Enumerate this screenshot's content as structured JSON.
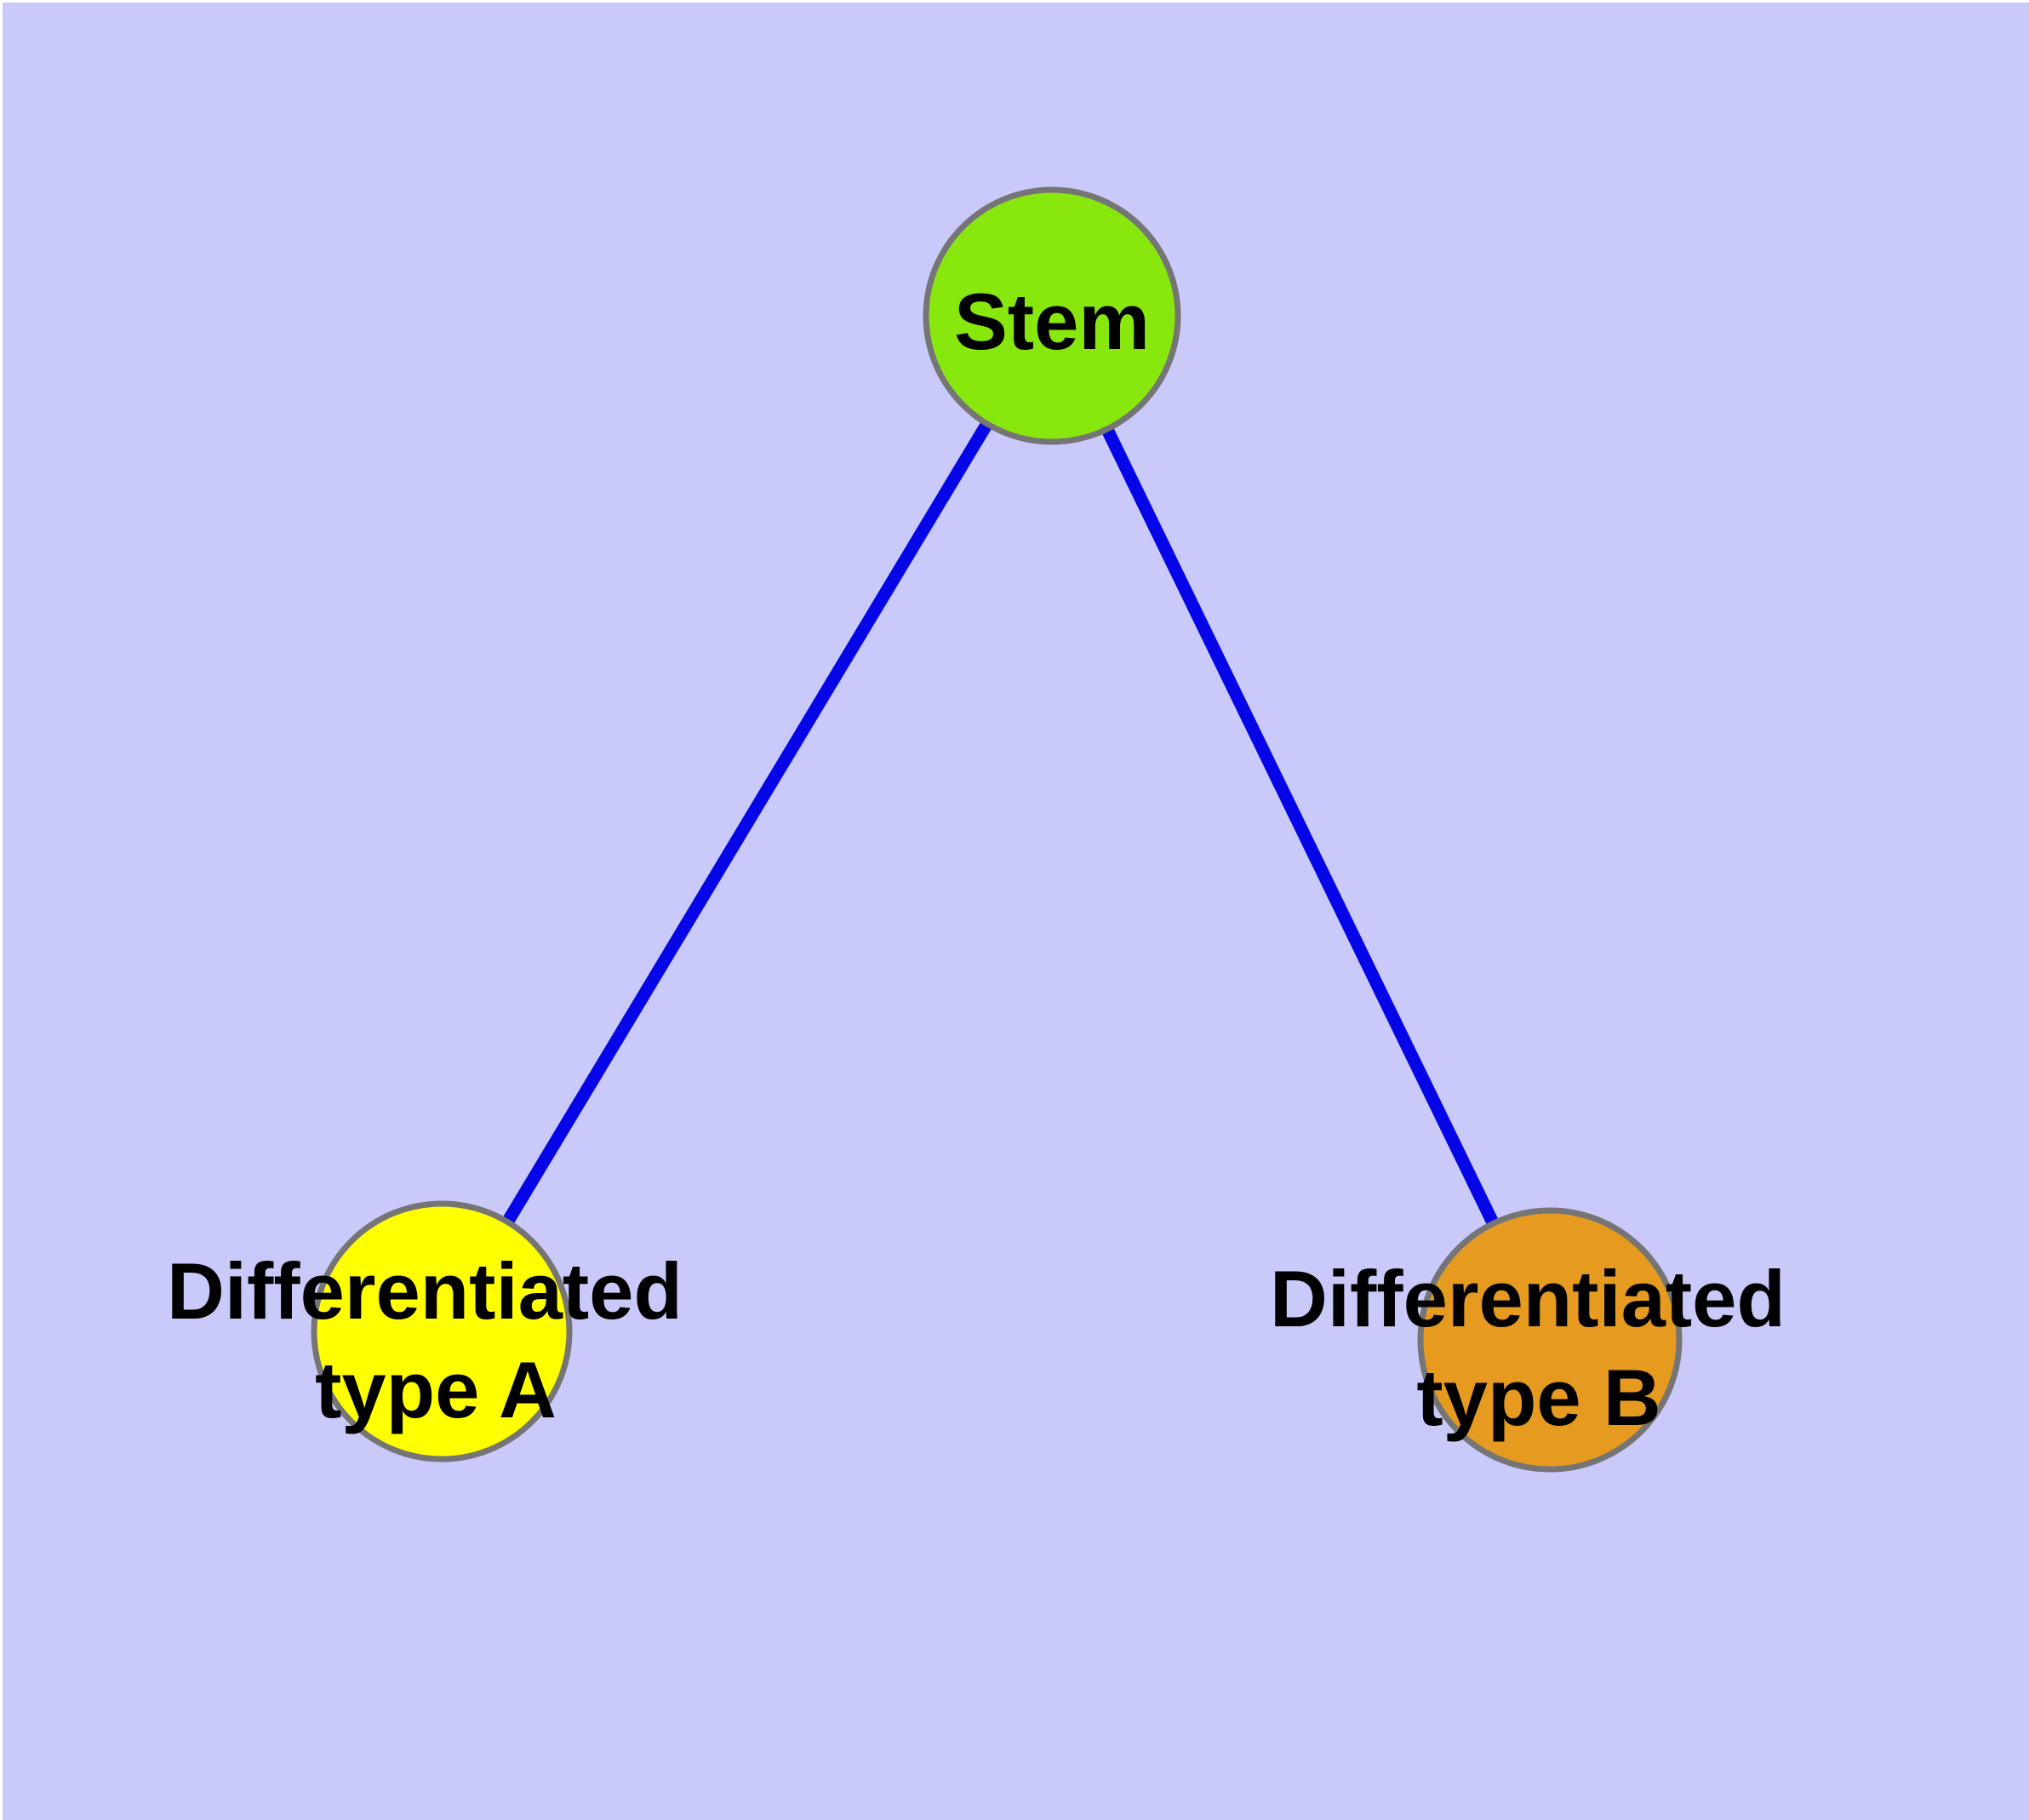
{
  "colors": {
    "background": "#C9C9FA",
    "edge": "#0505E8",
    "node_border": "#757575",
    "label": "#000000"
  },
  "diagram": {
    "type": "graph",
    "description": "Stem cell differentiation tree: one stem node branching to two differentiated cell types",
    "nodes": [
      {
        "id": "stem",
        "lines": [
          "Stem"
        ],
        "fill": "#88E80E"
      },
      {
        "id": "type-a",
        "lines": [
          "Differentiated",
          "type A"
        ],
        "fill": "#FFFF00"
      },
      {
        "id": "type-b",
        "lines": [
          "Differentiated",
          "type B"
        ],
        "fill": "#E69A1F"
      }
    ],
    "edges": [
      {
        "from": "stem",
        "to": "type-a"
      },
      {
        "from": "stem",
        "to": "type-b"
      }
    ]
  }
}
